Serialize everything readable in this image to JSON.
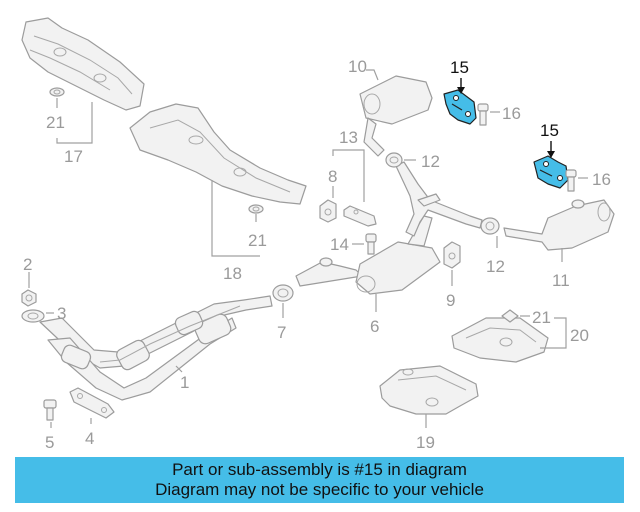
{
  "diagram": {
    "callouts": {
      "c1": "1",
      "c2": "2",
      "c3": "3",
      "c4": "4",
      "c5": "5",
      "c6": "6",
      "c7": "7",
      "c8": "8",
      "c9": "9",
      "c10": "10",
      "c11": "11",
      "c12a": "12",
      "c12b": "12",
      "c13": "13",
      "c14": "14",
      "c15a": "15",
      "c15b": "15",
      "c16a": "16",
      "c16b": "16",
      "c17": "17",
      "c18": "18",
      "c19": "19",
      "c20": "20",
      "c21a": "21",
      "c21b": "21",
      "c21c": "21"
    },
    "highlight_part": "15"
  },
  "banner": {
    "line1": "Part or sub-assembly is #15 in diagram",
    "line2": "Diagram may not be specific to your vehicle"
  },
  "colors": {
    "highlight": "#45bde8",
    "banner": "#45bde8",
    "line_art": "#9c9c9c",
    "callout_gray": "#9a9a9a"
  }
}
